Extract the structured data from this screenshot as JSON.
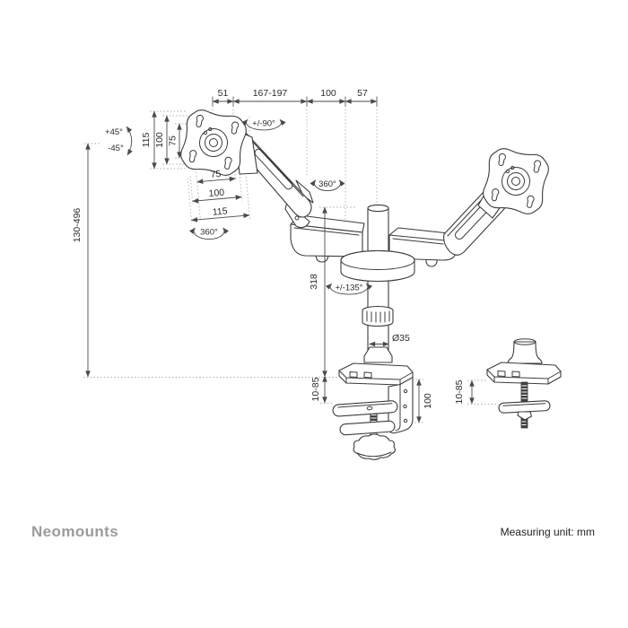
{
  "footer": {
    "brand": "Neomounts",
    "measuring_unit": "Measuring unit: mm"
  },
  "drawing": {
    "line_color": "#3c3c3c",
    "dim_color": "#4a4a4a",
    "dims": {
      "top_plate_offset": "51",
      "top_arm_range": "167-197",
      "top_rear_arm": "100",
      "top_pole_offset": "57",
      "vesa_v_outer": "115",
      "vesa_v_mid": "100",
      "vesa_v_inner": "75",
      "vesa_h_inner": "75",
      "vesa_h_mid": "100",
      "vesa_h_outer": "115",
      "height_range": "130-496",
      "pole_height": "318",
      "pole_diameter": "Ø35",
      "clamp_range": "10-85",
      "clamp_body_height": "100",
      "grommet_range": "10-85"
    },
    "angles": {
      "tilt_up": "+45°",
      "tilt_down": "-45°",
      "swivel": "+/-90°",
      "vesa_rotation": "360°",
      "pole_rotation": "360°",
      "arm_rotation": "+/-135°"
    }
  }
}
